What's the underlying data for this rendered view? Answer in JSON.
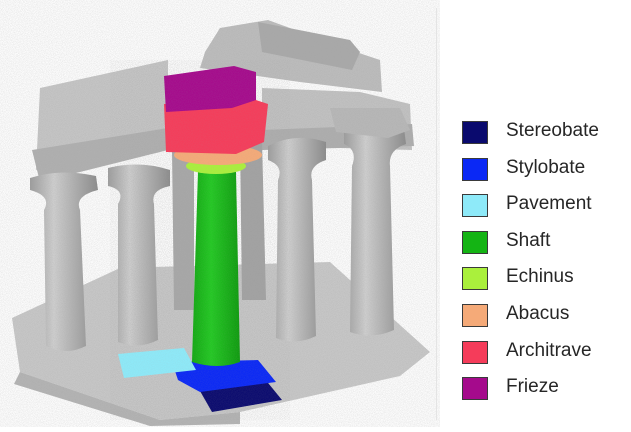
{
  "legend": {
    "items": [
      {
        "label": "Stereobate",
        "color": "#0a0a6e"
      },
      {
        "label": "Stylobate",
        "color": "#0a28f5"
      },
      {
        "label": "Pavement",
        "color": "#8eeaf9"
      },
      {
        "label": "Shaft",
        "color": "#14b414"
      },
      {
        "label": "Echinus",
        "color": "#aaf03c"
      },
      {
        "label": "Abacus",
        "color": "#f5aa78"
      },
      {
        "label": "Architrave",
        "color": "#f53c5a"
      },
      {
        "label": "Frieze",
        "color": "#a50a8c"
      }
    ]
  }
}
